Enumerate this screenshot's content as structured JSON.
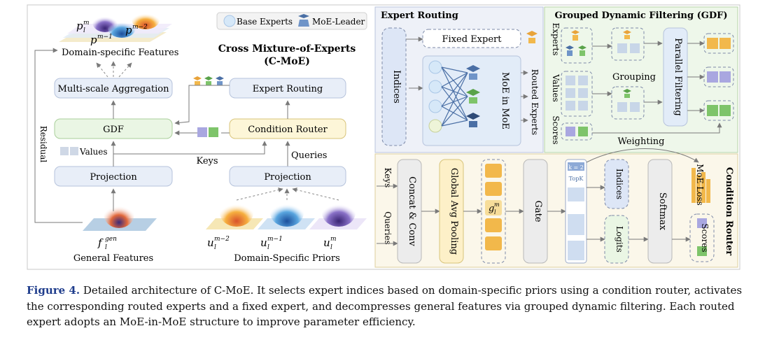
{
  "figure": {
    "left": {
      "title_line1": "Cross Mixture-of-Experts",
      "title_line2": "(C-MoE)",
      "legend_base": "Base Experts",
      "legend_leader": "MoE-Leader",
      "domain_features": "Domain-specific Features",
      "p_m": "p",
      "p_m_sub": "l",
      "p_m_sup": "m",
      "p_m1_sup": "m−1",
      "p_m2_sup": "m−2",
      "msa": "Multi-scale Aggregation",
      "gdf": "GDF",
      "projection_left": "Projection",
      "projection_right": "Projection",
      "expert_routing": "Expert Routing",
      "condition_router": "Condition Router",
      "residual": "Residual",
      "values": "Values",
      "keys": "Keys",
      "queries": "Queries",
      "f_gen": "f",
      "f_gen_sup": "gen",
      "f_gen_sub": "l",
      "general_features": "General Features",
      "u_sym": "u",
      "u_sub": "l",
      "u_m2_sup": "m−2",
      "u_m1_sup": "m−1",
      "u_m_sup": "m",
      "domain_priors": "Domain-Specific Priors"
    },
    "expert_routing": {
      "title": "Expert Routing",
      "indices": "Indices",
      "fixed_expert": "Fixed Expert",
      "moe_in_moe": "MoE in MoE",
      "routed_experts": "Routed Experts"
    },
    "gdf": {
      "title": "Grouped Dynamic Filtering (GDF)",
      "experts": "Experts",
      "values": "Values",
      "scores": "Scores",
      "grouping": "Grouping",
      "parallel_filtering": "Parallel Filtering",
      "weighting": "Weighting"
    },
    "condition_router": {
      "title": "Condition Router",
      "keys": "Keys",
      "queries": "Queries",
      "concat_conv": "Concat & Conv",
      "gap": "Global Avg Pooling",
      "g_sym": "g",
      "g_sup": "m",
      "g_sub": "l",
      "gate": "Gate",
      "k2": "k = 2",
      "topk": "TopK",
      "indices": "Indices",
      "logits": "Logits",
      "softmax": "Softmax",
      "moe_loss": "MoE Loss",
      "scores": "Scores"
    },
    "colors": {
      "base_expert": "#d6e8f8",
      "leader": "#4a6fa5",
      "orange": "#f2b84b",
      "green": "#7ec46a",
      "purple": "#a9a7e0",
      "box_blue": "#e8eef8",
      "box_yellow": "#fdf6d8",
      "box_green": "#eaf6e4",
      "panel_bg_blue": "#eef1f8",
      "panel_bg_yellow": "#fbf7ea"
    }
  },
  "caption": {
    "label": "Figure 4.",
    "text": "Detailed architecture of C-MoE. It selects expert indices based on domain-specific priors using a condition router, activates the corresponding routed experts and a fixed expert, and decompresses general features via grouped dynamic filtering. Each routed expert adopts an MoE-in-MoE structure to improve parameter efficiency."
  }
}
